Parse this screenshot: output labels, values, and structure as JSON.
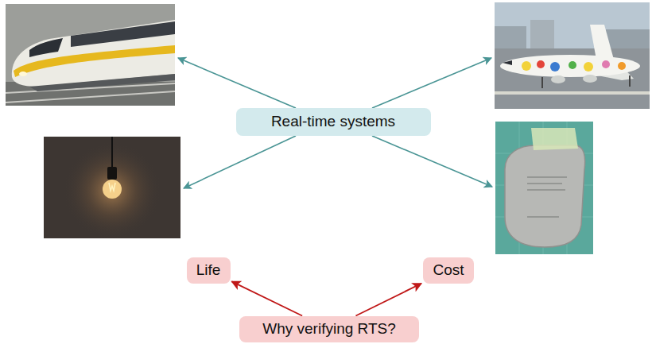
{
  "diagram": {
    "nodes": [
      {
        "text": [
          "Real-time systems"
        ]
      },
      {
        "text": [
          "Life"
        ]
      },
      {
        "text": [
          "Cost"
        ]
      },
      {
        "text": [
          "Why verifying RTS?"
        ]
      }
    ],
    "edges": [
      {
        "from": 3,
        "to": 1,
        "arrow": "to"
      },
      {
        "from": 3,
        "to": 2,
        "arrow": "to"
      }
    ]
  }
}
